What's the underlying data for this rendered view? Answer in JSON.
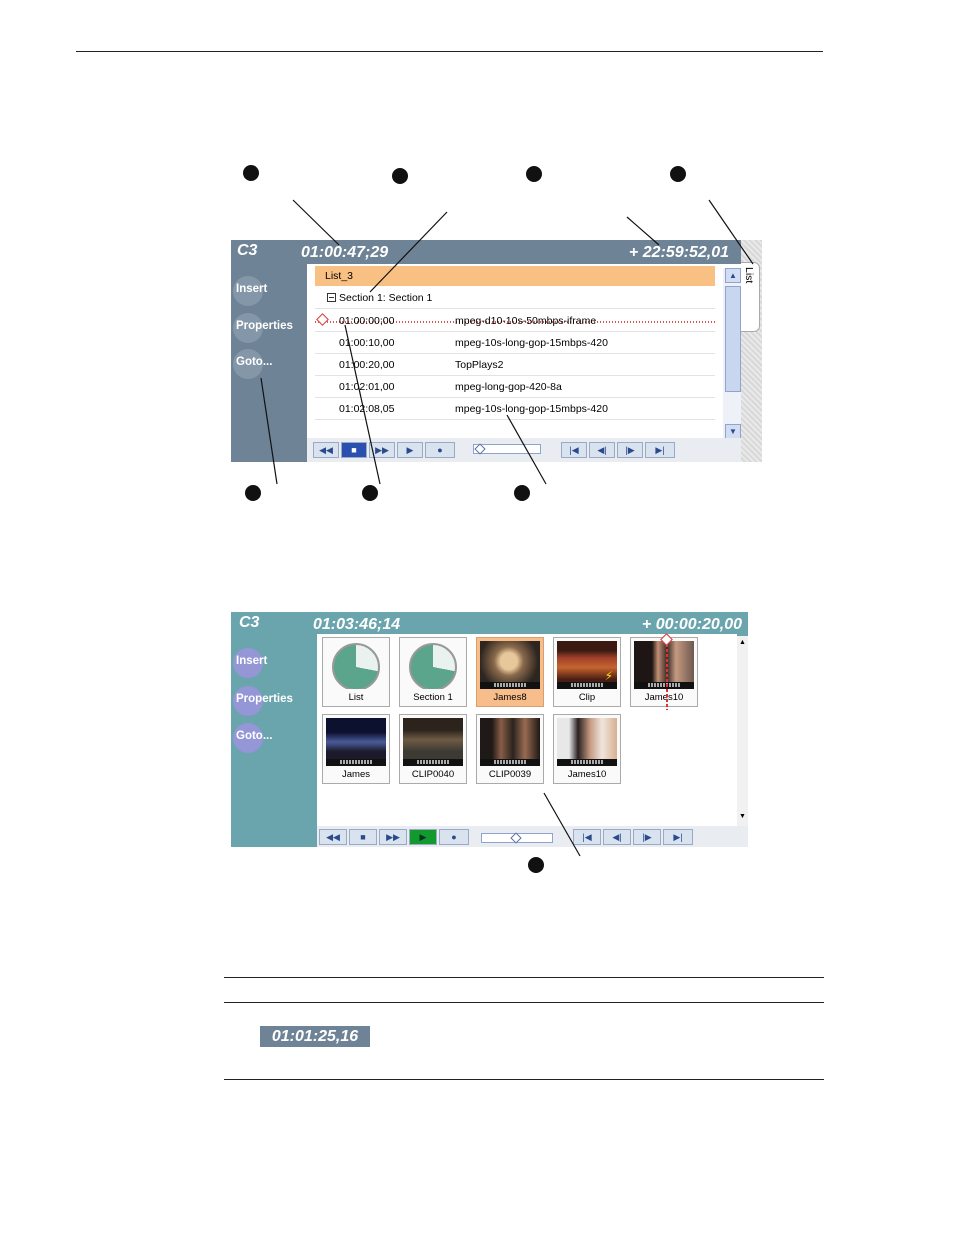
{
  "list_view": {
    "channel": "C3",
    "current_timecode": "01:00:47;29",
    "remaining_timecode": "22:59:52,01",
    "side_buttons": [
      {
        "label": "Insert"
      },
      {
        "label": "Properties"
      },
      {
        "label": "Goto..."
      }
    ],
    "list_name": "List_3",
    "section_label": "Section 1: Section 1",
    "events": [
      {
        "timecode": "01:00:00;00",
        "name": "mpeg-d10-10s-50mbps-iframe"
      },
      {
        "timecode": "01:00:10,00",
        "name": "mpeg-10s-long-gop-15mbps-420"
      },
      {
        "timecode": "01:00:20,00",
        "name": "TopPlays2"
      },
      {
        "timecode": "01:02:01,00",
        "name": "mpeg-long-gop-420-8a"
      },
      {
        "timecode": "01:02:08,05",
        "name": "mpeg-10s-long-gop-15mbps-420"
      }
    ],
    "tab_label": "List"
  },
  "thumbnail_view": {
    "channel": "C3",
    "current_timecode": "01:03:46;14",
    "remaining_timecode": "00:00:20,00",
    "side_buttons": [
      {
        "label": "Insert"
      },
      {
        "label": "Properties"
      },
      {
        "label": "Goto..."
      }
    ],
    "thumbnails": [
      {
        "label": "List",
        "kind": "pie"
      },
      {
        "label": "Section 1",
        "kind": "pie"
      },
      {
        "label": "James8",
        "kind": "video",
        "selected": true
      },
      {
        "label": "Clip",
        "kind": "video"
      },
      {
        "label": "James10",
        "kind": "video"
      },
      {
        "label": "James",
        "kind": "video"
      },
      {
        "label": "CLIP0040",
        "kind": "video"
      },
      {
        "label": "CLIP0039",
        "kind": "video"
      },
      {
        "label": "James10",
        "kind": "video"
      }
    ]
  },
  "table": {
    "timecode_sample": "01:01:25,16"
  },
  "icons": {
    "transport": [
      "rewind-icon",
      "stop-icon",
      "fast-forward-icon",
      "play-icon",
      "record-icon",
      "go-to-start-icon",
      "step-back-icon",
      "step-forward-icon",
      "go-to-end-icon"
    ]
  },
  "colors": {
    "list_header_bg": "#6f8396",
    "list_highlight": "#f9c084",
    "thumb_panel_bg": "#6aa4ad",
    "play_active": "#139a2e"
  }
}
